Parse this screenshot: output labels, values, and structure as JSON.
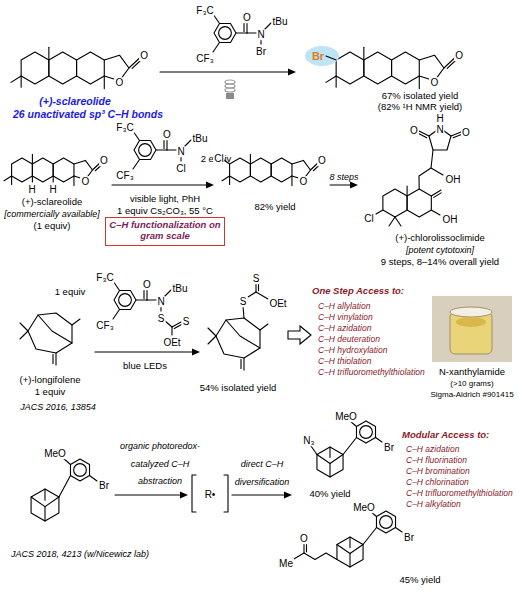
{
  "diagram": {
    "nodes": [
      {
        "text": [
          "C–H functionalization on gram scale"
        ]
      }
    ],
    "labels": [
      "F₃C",
      "O",
      "tBu",
      "N",
      "Br",
      "CF₃",
      "O",
      "O",
      "Br",
      "O",
      "O",
      "(+)-sclareolide",
      "26 unactivated sp³ C–H bonds",
      "67% isolated yield",
      "(82% ¹H NMR yield)",
      "O",
      "O",
      "H",
      "H",
      "F₃C",
      "O",
      "tBu",
      "N",
      "Cl",
      "CF₃",
      "2 equiv",
      "visible light, PhH",
      "1 equiv Cs₂CO₃, 55 °C",
      "(+)-sclareolide",
      "[commercially available]",
      "(1 equiv)",
      "Cl",
      "O",
      "O",
      "82% yield",
      "8 steps",
      "H",
      "O",
      "N",
      "O",
      "OH",
      "Cl",
      "OH",
      "(+)-chlorolissoclimide",
      "[potent cytotoxin]",
      "9 steps, 8–14% overall yield",
      "1 equiv",
      "F₃C",
      "O",
      "tBu",
      "N",
      "CF₃",
      "S",
      "S",
      "OEt",
      "blue LEDs",
      "(+)-longifolene",
      "1 equiv",
      "JACS 2016, 13854",
      "S",
      "S",
      "OEt",
      "54% isolated yield",
      "One Step Access to:",
      "C–H allylation",
      "C–H vinylation",
      "C–H azidation",
      "C–H deuteration",
      "C–H hydroxylation",
      "C–H thiolation",
      "C–H trifluoromethylthiolation",
      "N-xanthylamide",
      "(>10 grams)",
      "Sigma-Aldrich #901415",
      "MeO",
      "organic photoredox-catalyzed C–H abstraction",
      "Br",
      "R•",
      "direct C–H diversification",
      "JACS 2018, 4213 (w/Nicewicz lab)",
      "MeO",
      "N₃",
      "Br",
      "40% yield",
      "Modular Access to:",
      "C–H azidation",
      "C–H fluorination",
      "C–H bromination",
      "C–H chlorination",
      "C–H trifluoromethylthiolation",
      "C–H alkylation",
      "MeO",
      "Br",
      "O",
      "Me",
      "45% yield"
    ]
  }
}
